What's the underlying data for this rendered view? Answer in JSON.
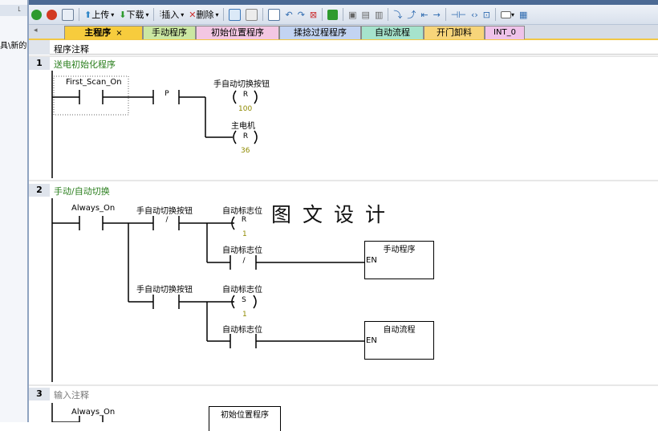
{
  "left_panel": {
    "path_text": "具\\新的"
  },
  "toolbar": {
    "upload_label": "上传",
    "download_label": "下载",
    "insert_label": "插入",
    "delete_label": "删除"
  },
  "tabs": [
    {
      "label": "主程序",
      "active": true
    },
    {
      "label": "手动程序"
    },
    {
      "label": "初始位置程序"
    },
    {
      "label": "揉捻过程程序"
    },
    {
      "label": "自动流程"
    },
    {
      "label": "开门卸料"
    },
    {
      "label": "INT_0"
    }
  ],
  "program_comment": "程序注释",
  "networks": [
    {
      "number": "1",
      "title": "送电初始化程序",
      "contact_label": "First_Scan_On",
      "p_label": "P",
      "coils": [
        {
          "label": "手自动切换按钮",
          "op": "R",
          "count": "100"
        },
        {
          "label": "主电机",
          "op": "R",
          "count": "36"
        }
      ]
    },
    {
      "number": "2",
      "title": "手动/自动切换",
      "contact_label": "Always_On",
      "contact2_label": "手自动切换按钮",
      "contact2_op": "/",
      "coil_reset": {
        "label": "自动标志位",
        "op": "R",
        "count": "1"
      },
      "branch1_contact": {
        "label": "自动标志位",
        "op": "/"
      },
      "box1": {
        "title": "手动程序",
        "en": "EN"
      },
      "contact3_label": "手自动切换按钮",
      "coil_set": {
        "label": "自动标志位",
        "op": "S",
        "count": "1"
      },
      "branch2_contact": {
        "label": "自动标志位"
      },
      "box2": {
        "title": "自动流程",
        "en": "EN"
      }
    },
    {
      "number": "3",
      "title": "输入注释",
      "contact_label": "Always_On",
      "box_title": "初始位置程序"
    }
  ],
  "watermark": "图文设计"
}
